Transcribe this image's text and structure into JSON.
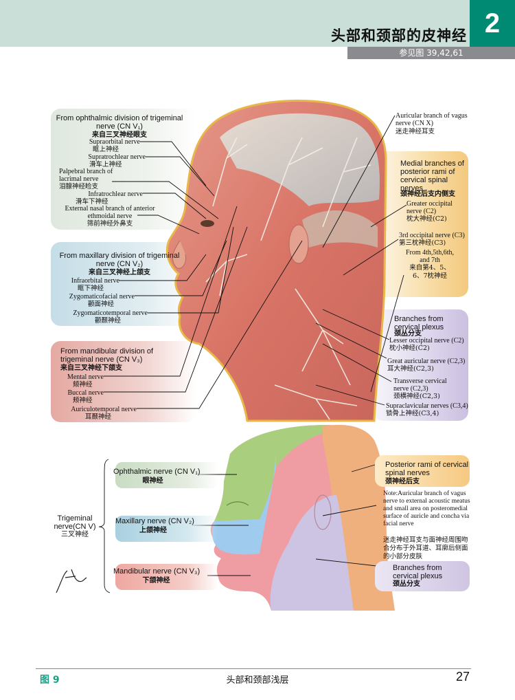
{
  "header": {
    "title": "头部和颈部的皮神经",
    "chapter_number": "2",
    "see_also": "参见图 39,42,61",
    "band_color": "#c9dfd8",
    "accent_color": "#008a74"
  },
  "top_figure": {
    "ophthalmic_panel": {
      "heading_en": "From ophthalmic division of trigeminal nerve (CN V₁)",
      "heading_cn": "来自三叉神经眼支",
      "items": [
        {
          "en": "Supraorbital nerve",
          "cn": "眶上神经"
        },
        {
          "en": "Supratrochlear nerve",
          "cn": "滑车上神经"
        },
        {
          "en": "Palpebral branch of lacrimal nerve",
          "cn": "泪腺神经睑支"
        },
        {
          "en": "Infratrochlear nerve",
          "cn": "滑车下神经"
        },
        {
          "en": "External nasal branch of anterior ethmoidal nerve",
          "cn": "筛前神经外鼻支"
        }
      ]
    },
    "maxillary_panel": {
      "heading_en": "From maxillary division of trigeminal nerve (CN V₂)",
      "heading_cn": "来自三叉神经上颌支",
      "items": [
        {
          "en": "Infraorbital nerve",
          "cn": "眶下神经"
        },
        {
          "en": "Zygomaticofacial nerve",
          "cn": "颧面神经"
        },
        {
          "en": "Zygomaticotemporal nerve",
          "cn": "颧颞神经"
        }
      ]
    },
    "mandibular_panel": {
      "heading_en": "From mandibular division of trigeminal nerve (CN V₃)",
      "heading_cn": "来自三叉神经下颌支",
      "items": [
        {
          "en": "Mental nerve",
          "cn": "颏神经"
        },
        {
          "en": "Buccal nerve",
          "cn": "颊神经"
        },
        {
          "en": "Auriculotemporal nerve",
          "cn": "耳颞神经"
        }
      ]
    },
    "vagus_label": {
      "en": "Auricular branch of vagus nerve (CN X)",
      "cn": "迷走神经耳支"
    },
    "posterior_panel": {
      "heading_en": "Medial branches of posterior rami of cervical spinal nerves",
      "heading_cn": "颈神经后支内侧支",
      "items": [
        {
          "en": "Greater occipital nerve (C2)",
          "cn": "枕大神经(C2)"
        },
        {
          "en": "3rd occipital nerve (C3)",
          "cn": "第三枕神经(C3)"
        },
        {
          "en": "From 4th,5th,6th, and 7th",
          "cn": "来自第4、5、6、7枕神经"
        }
      ]
    },
    "cervical_panel": {
      "heading_en": "Branches from cervical plexus",
      "heading_cn": "颈丛分支",
      "items": [
        {
          "en": "Lesser occipital nerve (C2)",
          "cn": "枕小神经(C2)"
        },
        {
          "en": "Great auricular nerve (C2,3)",
          "cn": "耳大神经(C2,3)"
        },
        {
          "en": "Transverse cervical nerve (C2,3)",
          "cn": "颈横神经(C2,3)"
        },
        {
          "en": "Supraclavicular nerves (C3,4)",
          "cn": "锁骨上神经(C3,4)"
        }
      ]
    }
  },
  "bottom_figure": {
    "trigeminal": {
      "en": "Trigeminal nerve(CN V)",
      "cn": "三叉神经"
    },
    "ophthalmic": {
      "en": "Ophthalmic nerve (CN V₁)",
      "cn": "眼神经",
      "color": "#a9cf7e"
    },
    "maxillary": {
      "en": "Maxillary nerve (CN V₂)",
      "cn": "上颌神经",
      "color": "#9fcbee"
    },
    "mandibular": {
      "en": "Mandibular nerve (CN V₃)",
      "cn": "下颌神经",
      "color": "#ef9da3"
    },
    "posterior_rami": {
      "en": "Posterior rami of cervical spinal nerves",
      "cn": "颈神经后支",
      "color": "#f0b07e"
    },
    "note": {
      "en": "Note:Auricular branch of vagus nerve to external acoustic meatus and small area on posteromedial surface of auricle and concha via facial nerve",
      "cn": "迷走神经耳支与面神经周围吻合分布于外耳道、耳廓后侧面的小部分皮肤"
    },
    "cervical_plexus": {
      "en": "Branches from cervical plexus",
      "cn": "颈丛分支",
      "color": "#cdc3e3"
    },
    "signature": "F. Netter M.D."
  },
  "footer": {
    "figure_label": "图 9",
    "title": "头部和颈部浅层",
    "page_number": "27"
  }
}
